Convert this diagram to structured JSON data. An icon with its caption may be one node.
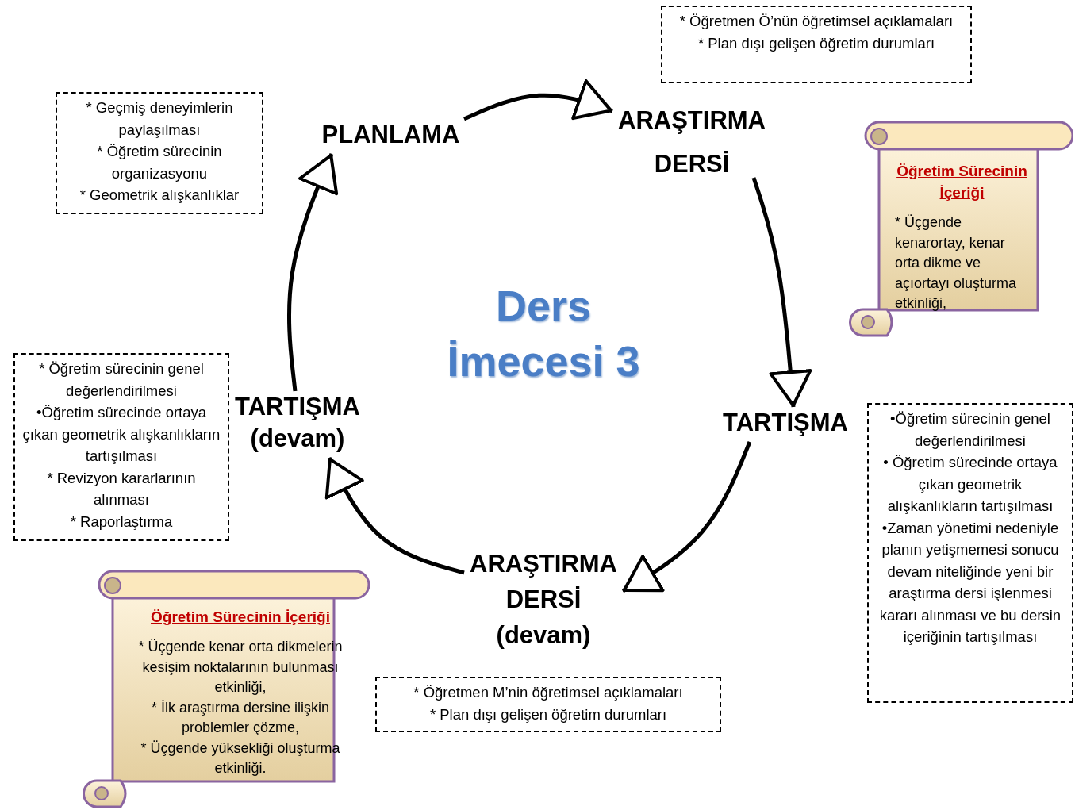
{
  "diagram": {
    "title": "Ders İmecesi 3",
    "nodes": [
      {
        "text": [
          "* Geçmiş deneyimlerin paylaşılması",
          "* Öğretim sürecinin organizasyonu",
          "* Geometrik alışkanlıklar"
        ]
      },
      {
        "text": [
          "PLANLAMA"
        ]
      },
      {
        "text": [
          "* Öğretmen Ö’nün öğretimsel açıklamaları",
          "* Plan dışı gelişen öğretim durumları"
        ]
      },
      {
        "text": [
          "ARAŞTIRMA DERSİ"
        ]
      },
      {
        "text": [
          "Öğretim Sürecinin İçeriği",
          "* Üçgende kenarortay, kenar orta dikme ve açıortayı oluşturma etkinliği,"
        ]
      },
      {
        "text": [
          "TARTIŞMA"
        ]
      },
      {
        "text": [
          "•Öğretim sürecinin genel değerlendirilmesi",
          "• Öğretim sürecinde ortaya çıkan geometrik alışkanlıkların tartışılması",
          "•Zaman yönetimi nedeniyle planın yetişmemesi sonucu devam niteliğinde yeni bir araştırma dersi işlenmesi kararı alınması ve bu dersin içeriğinin tartışılması"
        ]
      },
      {
        "text": [
          "ARAŞTIRMA DERSİ (devam)"
        ]
      },
      {
        "text": [
          "* Öğretmen M’nin öğretimsel açıklamaları",
          "* Plan dışı gelişen öğretim durumları"
        ]
      },
      {
        "text": [
          "Öğretim Sürecinin İçeriği",
          "* Üçgende kenar orta dikmelerin kesişim noktalarının bulunması etkinliği,",
          "* İlk araştırma dersine ilişkin problemler çözme,",
          "* Üçgende yüksekliği oluşturma etkinliği."
        ]
      },
      {
        "text": [
          "TARTIŞMA (devam)"
        ]
      },
      {
        "text": [
          "* Öğretim sürecinin genel değerlendirilmesi",
          "•Öğretim sürecinde ortaya çıkan geometrik alışkanlıkların tartışılması",
          "* Revizyon kararlarının alınması",
          "* Raporlaştırma"
        ]
      }
    ],
    "edges": [
      {
        "from": 1,
        "to": 3,
        "arrow": "to"
      },
      {
        "from": 3,
        "to": 5,
        "arrow": "to"
      },
      {
        "from": 5,
        "to": 7,
        "arrow": "to"
      },
      {
        "from": 7,
        "to": 10,
        "arrow": "to"
      },
      {
        "from": 10,
        "to": 1,
        "arrow": "to"
      }
    ]
  }
}
